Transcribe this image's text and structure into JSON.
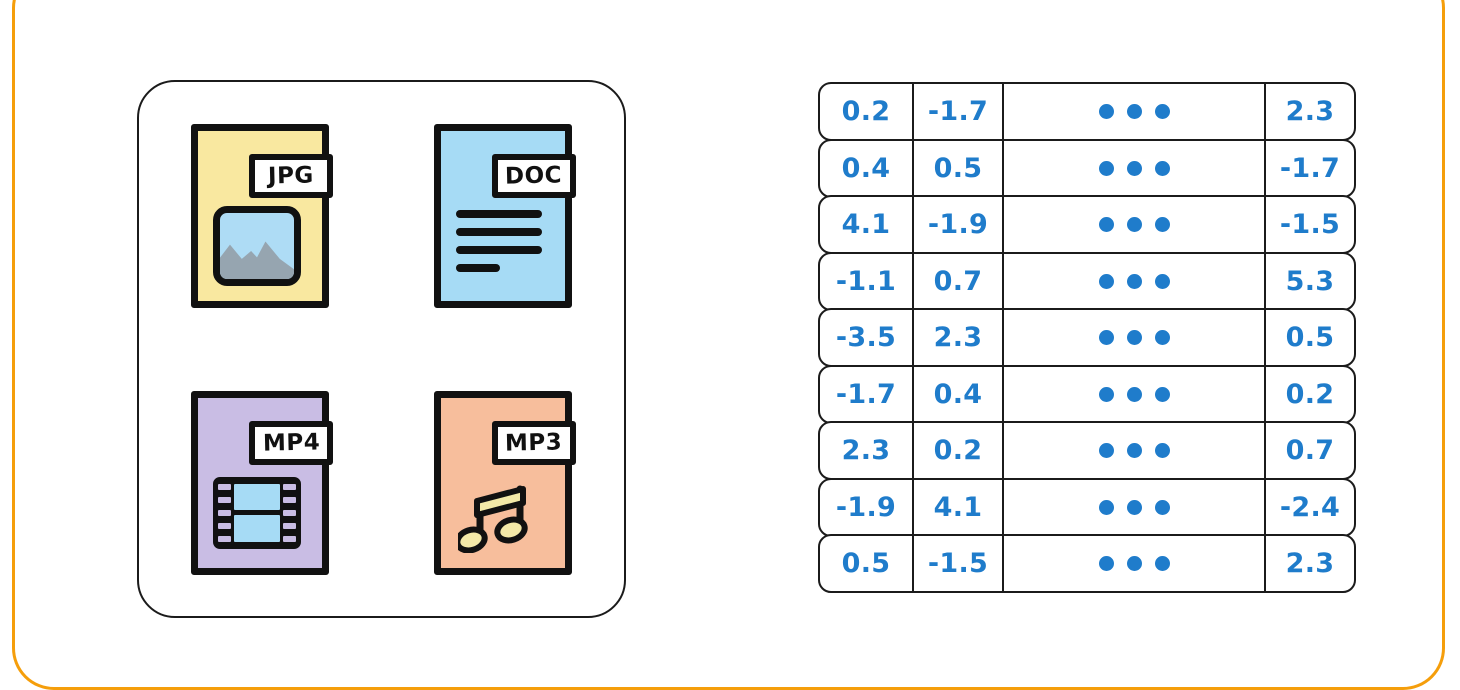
{
  "frame": {
    "accent_color": "#F59E0B"
  },
  "files_panel": {
    "name": "file-types-panel",
    "items": [
      {
        "label": "JPG",
        "icon": "image-file-icon",
        "card_color": "#F9E8A0",
        "glyph": "photo-thumbnail-icon",
        "glyph_sky_color": "#AEDCF5",
        "glyph_mountain_color": "#96A5B0"
      },
      {
        "label": "DOC",
        "icon": "document-file-icon",
        "card_color": "#A6DBF5",
        "glyph": "text-lines-icon",
        "line_count": 4
      },
      {
        "label": "MP4",
        "icon": "video-file-icon",
        "card_color": "#C9BDE4",
        "glyph": "film-strip-icon",
        "glyph_frame_color": "#A6DBF5",
        "sprocket_count": 5
      },
      {
        "label": "MP3",
        "icon": "audio-file-icon",
        "card_color": "#F7BE9C",
        "glyph": "music-note-icon",
        "glyph_note_color": "#F3E9A8"
      }
    ]
  },
  "chart_data": {
    "type": "table",
    "title": "",
    "text_color": "#1F7CCB",
    "ellipsis_symbol": "•••",
    "ellipsis_dot_count": 3,
    "columns": 4,
    "rows": [
      [
        "0.2",
        "-1.7",
        "•••",
        "2.3"
      ],
      [
        "0.4",
        "0.5",
        "•••",
        "-1.7"
      ],
      [
        "4.1",
        "-1.9",
        "•••",
        "-1.5"
      ],
      [
        "-1.1",
        "0.7",
        "•••",
        "5.3"
      ],
      [
        "-3.5",
        "2.3",
        "•••",
        "0.5"
      ],
      [
        "-1.7",
        "0.4",
        "•••",
        "0.2"
      ],
      [
        "2.3",
        "0.2",
        "•••",
        "0.7"
      ],
      [
        "-1.9",
        "4.1",
        "•••",
        "-2.4"
      ],
      [
        "0.5",
        "-1.5",
        "•••",
        "2.3"
      ]
    ]
  },
  "captions": {
    "left": "",
    "right": "",
    "left_color": "#E03C31",
    "right_color": "#2FA34B"
  }
}
